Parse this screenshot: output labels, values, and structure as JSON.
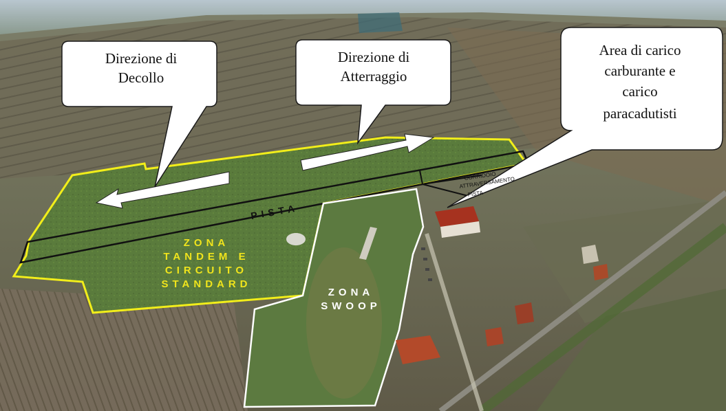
{
  "callouts": {
    "takeoff": {
      "line1": "Direzione di",
      "line2": "Decollo"
    },
    "landing": {
      "line1": "Direzione di",
      "line2": "Atterraggio"
    },
    "fuel": {
      "line1": "Area di carico",
      "line2": "carburante e",
      "line3": "carico",
      "line4": "paracadutisti"
    }
  },
  "labels": {
    "runway": "PISTA",
    "crossing_line1": "CORRIDOIO",
    "crossing_line2": "ATTRAVERSAMENTO",
    "crossing_line3": "PISTA",
    "tandem_line1": "ZONA",
    "tandem_line2": "TANDEM E",
    "tandem_line3": "CIRCUITO",
    "tandem_line4": "STANDARD",
    "swoop_line1": "ZONA",
    "swoop_line2": "SWOOP"
  },
  "colors": {
    "zone_outline": "#f2ee1a",
    "zone_label": "#f0e41c",
    "swoop_outline": "#ffffff",
    "runway_outline": "#111111",
    "field_green": "#55783a",
    "callout_fill": "#ffffff",
    "callout_stroke": "#1a1a1a",
    "arrow_fill": "#ffffff"
  }
}
